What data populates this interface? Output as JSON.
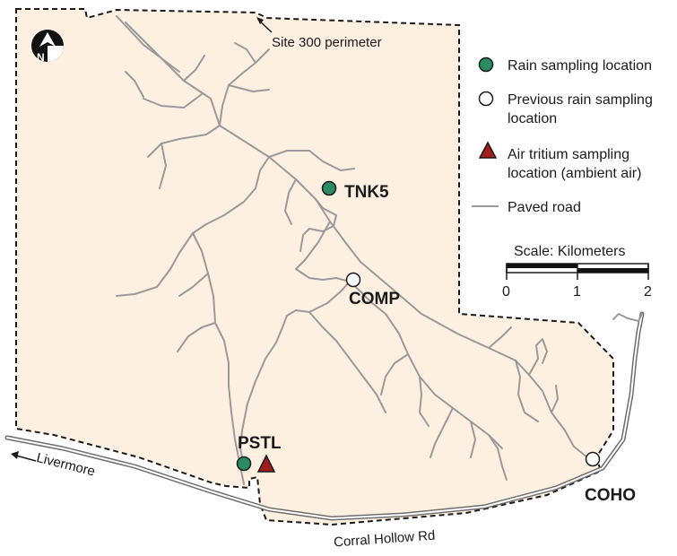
{
  "map": {
    "perimeter_label": "Site 300 perimeter",
    "north_label": "N",
    "towns": {
      "livermore": "Livermore"
    },
    "roads": {
      "corral_hollow": "Corral Hollow Rd"
    },
    "sites": [
      {
        "id": "TNK5",
        "type": "rain"
      },
      {
        "id": "COMP",
        "type": "previous"
      },
      {
        "id": "PSTL",
        "type": "rain"
      },
      {
        "id": "COHO",
        "type": "previous"
      }
    ],
    "colors": {
      "land": "#fdf0e1",
      "rain": "#2a8c63",
      "air": "#a21c1c",
      "road": "#9a9a9a"
    }
  },
  "legend": {
    "rain": "Rain sampling location",
    "prev_line1": "Previous rain sampling",
    "prev_line2": "location",
    "air_line1": "Air tritium sampling",
    "air_line2": "location (ambient air)",
    "road": "Paved road"
  },
  "scale": {
    "title": "Scale: Kilometers",
    "ticks": [
      "0",
      "1",
      "2"
    ]
  }
}
